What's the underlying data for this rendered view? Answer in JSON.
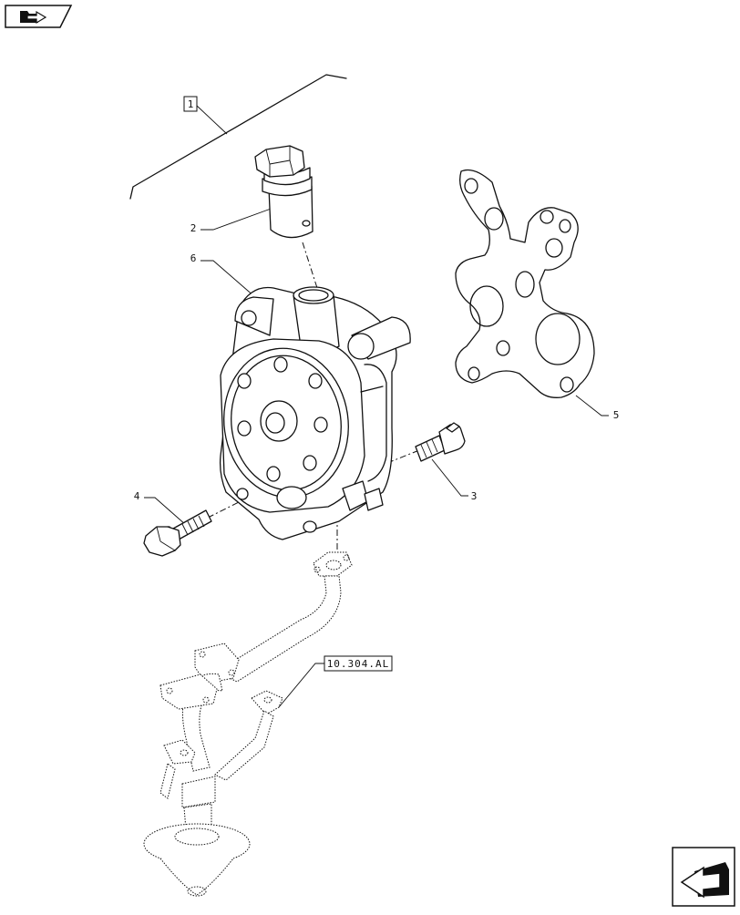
{
  "nav": {
    "top_icon": "arrow-right-folder-icon",
    "bottom_icon": "arrow-left-folder-icon"
  },
  "callouts": {
    "assembly": "1",
    "plug": "2",
    "rear_bolt": "3",
    "front_bolt": "4",
    "gasket": "5",
    "pump": "6"
  },
  "reference": "10.304.AL"
}
